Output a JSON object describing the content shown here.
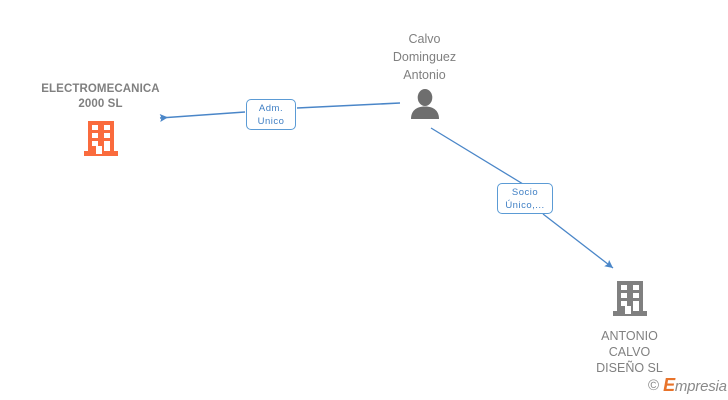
{
  "diagram": {
    "type": "corporate-relationship-graph",
    "background_color": "#ffffff",
    "nodes": [
      {
        "id": "electromecanica",
        "label": "ELECTROMECANICA\n2000 SL",
        "icon": "building-icon",
        "color": "#fa6b3d",
        "text_color": "#808080",
        "role": "focal-company"
      },
      {
        "id": "person",
        "label": "Calvo\nDominguez\nAntonio",
        "icon": "person-icon",
        "color": "#6e6e6e",
        "text_color": "#808080",
        "role": "person"
      },
      {
        "id": "antonio-calvo",
        "label": "ANTONIO\nCALVO\nDISEÑO SL",
        "icon": "building-icon",
        "color": "#808080",
        "text_color": "#808080",
        "role": "related-company"
      }
    ],
    "edges": [
      {
        "id": "adm-unico",
        "from": "person",
        "to": "electromecanica",
        "label": "Adm.\nUnico",
        "color": "#4a86c8",
        "arrow": "to"
      },
      {
        "id": "socio-unico",
        "from": "person",
        "to": "antonio-calvo",
        "label": "Socio\nÚnico,...",
        "color": "#4a86c8",
        "arrow": "to"
      }
    ]
  },
  "watermark": {
    "copyright": "©",
    "brand_initial": "E",
    "brand_rest": "mpresia",
    "accent_color": "#e8732a"
  }
}
